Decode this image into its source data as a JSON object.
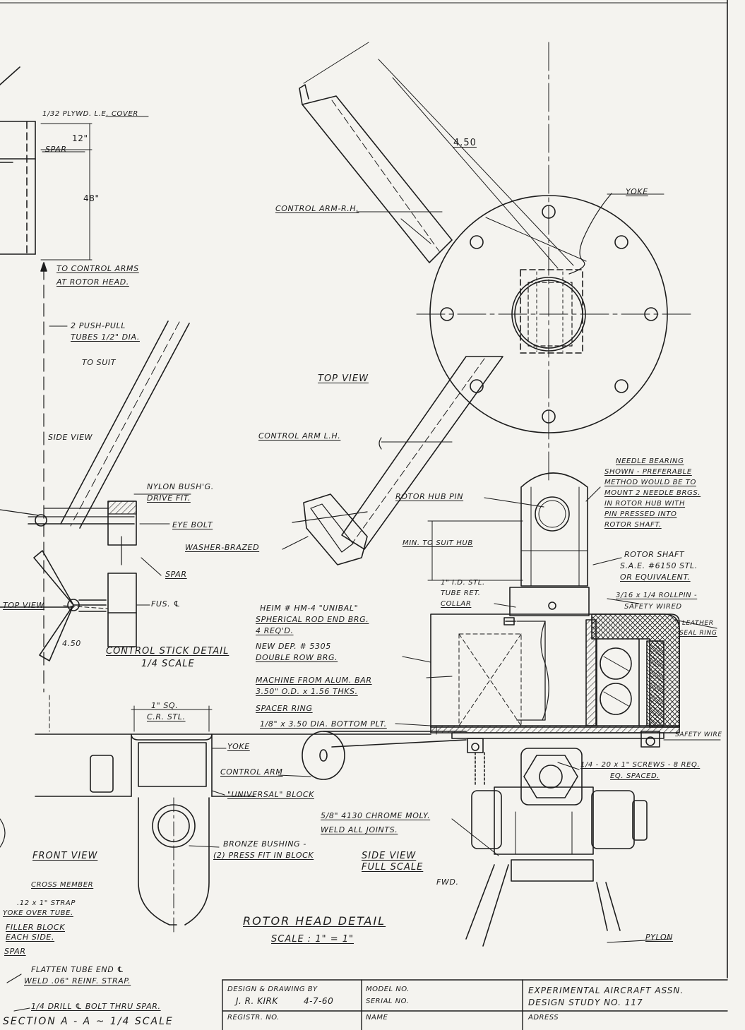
{
  "labels": {
    "ply_le_cover": "1/32 PLYWD. L.E. COVER",
    "dim_12": "12\"",
    "spar_top": "SPAR",
    "dim_48": "48\"",
    "to_control_arms_1": "TO CONTROL ARMS",
    "to_control_arms_2": "AT ROTOR HEAD.",
    "push_pull_1": "2 PUSH-PULL",
    "push_pull_2": "TUBES 1/2\" DIA.",
    "to_suit": "TO SUIT",
    "side_view_small": "SIDE VIEW",
    "nylon_1": "NYLON BUSH'G.",
    "nylon_2": "DRIVE FIT.",
    "eye_bolt": "EYE BOLT",
    "washer_brazed": "WASHER-BRAZED",
    "spar_mid": "SPAR",
    "top_view_small": "TOP VIEW",
    "fus_cl": "FUS. ℄",
    "dim_450_small": "4.50",
    "stick_detail_1": "CONTROL STICK DETAIL",
    "stick_detail_2": "1/4 SCALE",
    "dim_450": "4.50",
    "yoke_top": "YOKE",
    "control_arm_rh": "CONTROL ARM-R.H.",
    "top_view": "TOP VIEW",
    "control_arm_lh": "CONTROL ARM L.H.",
    "needle_1": "NEEDLE BEARING",
    "needle_2": "SHOWN - PREFERABLE",
    "needle_3": "METHOD WOULD BE TO",
    "needle_4": "MOUNT 2 NEEDLE BRGS.",
    "needle_5": "IN ROTOR HUB WITH",
    "needle_6": "PIN PRESSED INTO",
    "needle_7": "ROTOR SHAFT.",
    "rotor_hub_pin": "ROTOR HUB PIN",
    "min_to_suit_hub": "MIN. TO SUIT HUB",
    "rotor_shaft_1": "ROTOR SHAFT",
    "rotor_shaft_2": "S.A.E. #6150 STL.",
    "rotor_shaft_3": "OR EQUIVALENT.",
    "tube_ret_1": "1\" I.D. STL.",
    "tube_ret_2": "TUBE RET.",
    "tube_ret_3": "COLLAR",
    "rollpin_1": "3/16 x 1/4 ROLLPIN -",
    "rollpin_2": "SAFETY WIRED",
    "leather_1": "LEATHER",
    "leather_2": "SEAL RING",
    "heim_1": "HEIM # HM-4 \"UNIBAL\"",
    "heim_2": "SPHERICAL ROD END BRG.",
    "heim_3": "4 REQ'D.",
    "newdep_1": "NEW DEP. # 5305",
    "newdep_2": "DOUBLE ROW BRG.",
    "machine_1": "MACHINE FROM ALUM. BAR",
    "machine_2": "3.50\" O.D. x 1.56 THKS.",
    "spacer_ring": "SPACER RING",
    "bottom_plt": "1/8\" x 3.50 DIA. BOTTOM PLT.",
    "safety_wire": "SAFETY WIRE",
    "screws_1": "1/4 - 20 x 1\" SCREWS - 8 REQ.",
    "screws_2": "EQ. SPACED.",
    "sq_1": "1\" SQ.",
    "sq_2": "C.R. STL.",
    "yoke_front": "YOKE",
    "control_arm_front": "CONTROL ARM",
    "universal_block": "\"UNIVERSAL\" BLOCK",
    "chrome_1": "5/8\" 4130 CHROME MOLY.",
    "chrome_2": "WELD ALL JOINTS.",
    "bronze_1": "BRONZE BUSHING -",
    "bronze_2": "(2) PRESS FIT IN BLOCK",
    "front_view": "FRONT VIEW",
    "side_view_full_1": "SIDE VIEW",
    "side_view_full_2": "FULL SCALE",
    "fwd": "FWD.",
    "cross_member": "CROSS MEMBER",
    "strap_1": ".12 x 1\" STRAP",
    "strap_2": "YOKE OVER TUBE.",
    "filler_1": "FILLER BLOCK",
    "filler_2": "EACH SIDE.",
    "spar_bottom": "SPAR",
    "rotor_head_detail": "ROTOR HEAD DETAIL",
    "scale_1": "SCALE : 1\" = 1\"",
    "pylon": "PYLON",
    "flatten_1": "FLATTEN TUBE END ℄",
    "flatten_2": "WELD .06\" REINF. STRAP.",
    "drill_bolt": "1/4 DRILL ℄ BOLT THRU SPAR.",
    "section": "SECTION A - A ~ 1/4 SCALE"
  },
  "title_block": {
    "design_by_label": "DESIGN & DRAWING BY",
    "designer": "J. R. KIRK",
    "date": "4-7-60",
    "registr_label": "REGISTR. NO.",
    "model_label": "MODEL NO.",
    "serial_label": "SERIAL NO.",
    "name_label": "NAME",
    "org": "EXPERIMENTAL AIRCRAFT ASSN.",
    "study": "DESIGN STUDY NO. 117",
    "address_label": "ADRESS"
  }
}
